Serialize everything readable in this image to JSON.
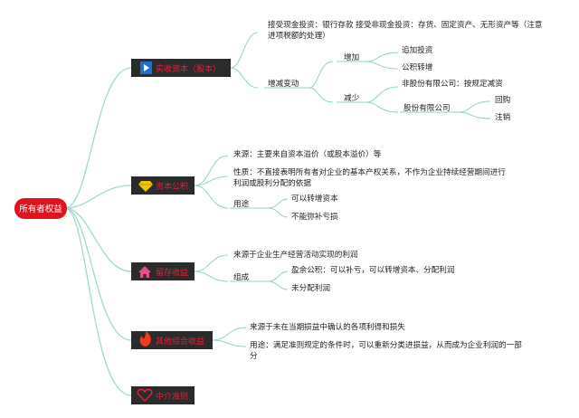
{
  "root": {
    "label": "所有者权益",
    "color": "#e0141e"
  },
  "colors": {
    "node_bg": "#2b2b2b",
    "node_text": "#e8203a",
    "connector": "#8fd3c6"
  },
  "icons": {
    "paid_in": "flag-icon",
    "capital_reserve": "diamond-icon",
    "surplus_reserve": "house-icon",
    "oci": "flame-icon",
    "intermediate": "heart-icon"
  },
  "branches": {
    "paid_in": {
      "label": "实收资本（股本）",
      "intake": "接受现金投资：银行存款 接受非现金投资：存货、固定资产、无形资产等（注意进项税额的处理）",
      "intake_lines": [
        "接受现金投资：银行存款 接受非现金投资：存货、固定资产、无形资产等（注意",
        "进项税额的处理）"
      ],
      "change": "增减变动",
      "increase": "增加",
      "increase_items": [
        "追加投资",
        "公积转增"
      ],
      "decrease": "减少",
      "non_stock": "非股份有限公司：按规定减资",
      "stock": "股份有限公司",
      "stock_items": [
        "回购",
        "注销"
      ]
    },
    "capital_reserve": {
      "label": "资本公积",
      "source": "来源：主要来自资本溢价（或股本溢价）等",
      "nature": "性质：不直接表明所有者对企业的基本产权关系，不作为企业持续经营期间进行利润或股利分配的依据",
      "nature_lines": [
        "性质：不直接表明所有者对企业的基本产权关系，不作为企业持续经营期间进行",
        "利润或股利分配的依据"
      ],
      "use": "用途",
      "use_items": [
        "可以转增资本",
        "不能弥补亏损"
      ]
    },
    "retained": {
      "label": "留存收益",
      "source": "来源于企业生产经营活动实现的利润",
      "composition": "组成",
      "items": [
        "盈余公积：可以补亏，可以转增资本、分配利润",
        "未分配利润"
      ]
    },
    "oci": {
      "label": "其他综合收益",
      "source": "来源于未在当期损益中确认的各项利得和损失",
      "use": "用途：满足准则规定的条件时，可以重新分类进损益，从而成为企业利润的一部分",
      "use_lines": [
        "用途：满足准则规定的条件时，可以重新分类进损益，从而成为企业利润的一部",
        "分"
      ]
    },
    "intermediate": {
      "label": "中介准则"
    }
  }
}
